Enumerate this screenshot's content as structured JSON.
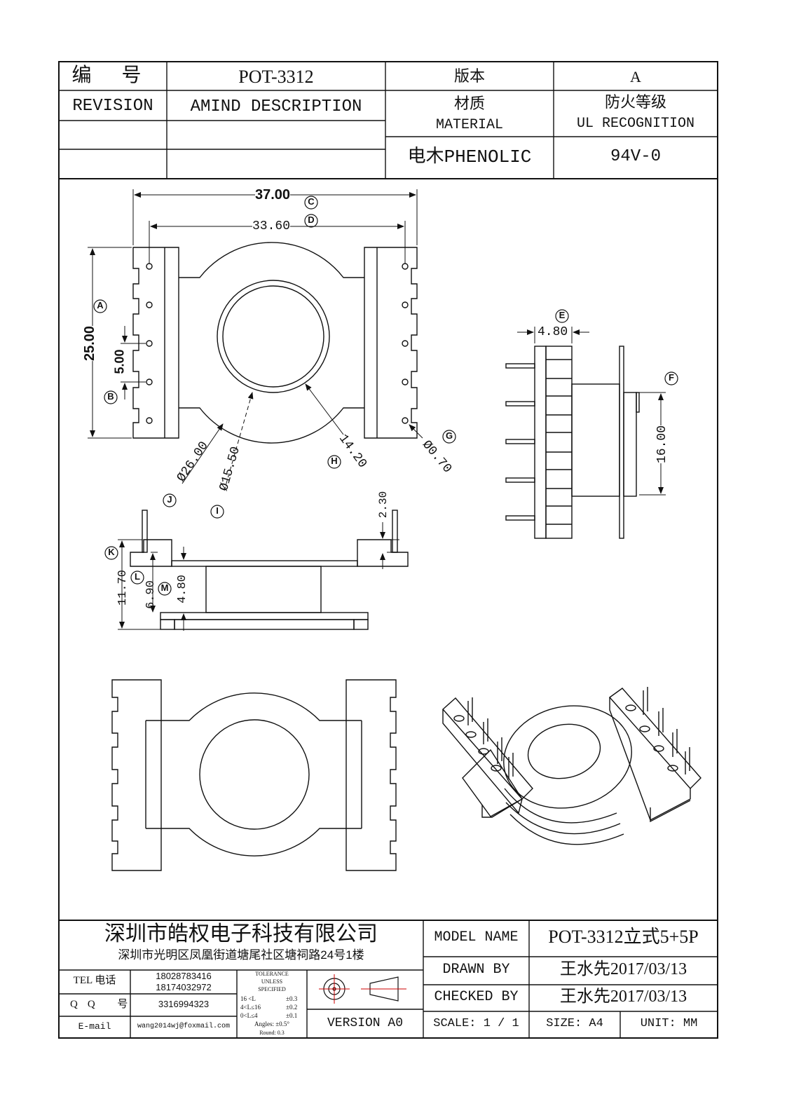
{
  "header": {
    "part_no_label": "编 号",
    "part_no": "POT-3312",
    "version_label": "版本",
    "version": "A",
    "revision_label": "REVISION",
    "amind_label": "AMIND DESCRIPTION",
    "material_label_cn": "材质",
    "material_label_en": "MATERIAL",
    "ul_label_cn": "防火等级",
    "ul_label_en": "UL RECOGNITION",
    "material": "电木PHENOLIC",
    "ul": "94V-0"
  },
  "dimensions": {
    "d37": "37.00",
    "d33": "33.60",
    "d25": "25.00",
    "d5": "5.00",
    "d26": "Ø26.00",
    "d15": "Ø15.50",
    "d14": "14.20",
    "d07": "Ø0.70",
    "d48a": "4.80",
    "d16": "16.00",
    "d23": "2.30",
    "d117": "11.70",
    "d69": "6.90",
    "d48b": "4.80"
  },
  "markers": {
    "A": "A",
    "B": "B",
    "C": "C",
    "D": "D",
    "E": "E",
    "F": "F",
    "G": "G",
    "H": "H",
    "I": "I",
    "J": "J",
    "K": "K",
    "L": "L",
    "M": "M"
  },
  "footer": {
    "company": "深圳市皓权电子科技有限公司",
    "address": "深圳市光明区凤凰街道塘尾社区塘祠路24号1楼",
    "tel_label": "TEL 电话",
    "tel1": "18028783416",
    "tel2": "18174032972",
    "qq_label": "QQ 号",
    "qq": "3316994323",
    "email_label": "E-mail",
    "email": "wang2014wj@foxmail.com",
    "tol_title1": "TOLERANCE",
    "tol_title2": "UNLESS",
    "tol_title3": "SPECIFIED",
    "tol_r1": "16 <L",
    "tol_v1": "±0.3",
    "tol_r2": "4<L≤16",
    "tol_v2": "±0.2",
    "tol_r3": "0<L≤4",
    "tol_v3": "±0.1",
    "tol_angles": "Angles: ±0.5°",
    "tol_round": "Round: 0.3",
    "version": "VERSION A0",
    "model_label": "MODEL NAME",
    "model": "POT-3312立式5+5P",
    "drawn_label": "DRAWN BY",
    "drawn": "王水先2017/03/13",
    "checked_label": "CHECKED BY",
    "checked": "王水先2017/03/13",
    "scale": "SCALE: 1 / 1",
    "size": "SIZE: A4",
    "unit": "UNIT: MM"
  }
}
